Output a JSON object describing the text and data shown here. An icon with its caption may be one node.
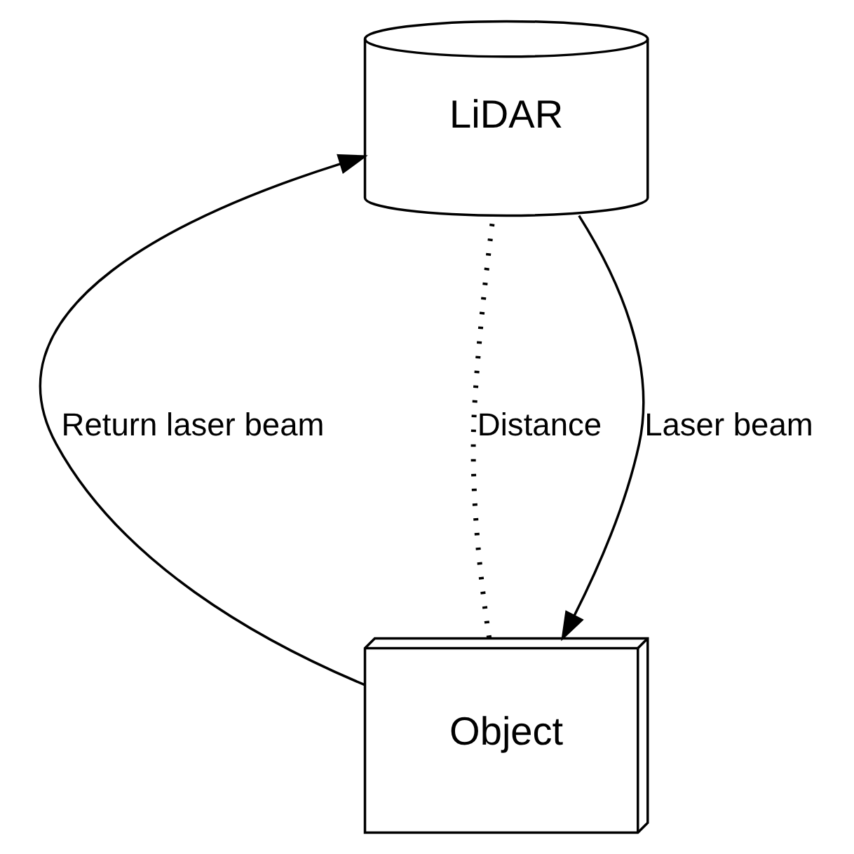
{
  "diagram": {
    "nodes": [
      {
        "text": [
          "Object"
        ]
      },
      {
        "text": [
          "LiDAR"
        ]
      }
    ],
    "edges": [
      {
        "from": 1,
        "to": 0,
        "arrow": "to",
        "label": "Laser beam"
      },
      {
        "from": 0,
        "to": 1,
        "arrow": "to",
        "label": "Return laser beam"
      },
      {
        "from": 0,
        "to": 1,
        "arrow": "none",
        "label": "Distance",
        "style": "dashed"
      }
    ]
  }
}
